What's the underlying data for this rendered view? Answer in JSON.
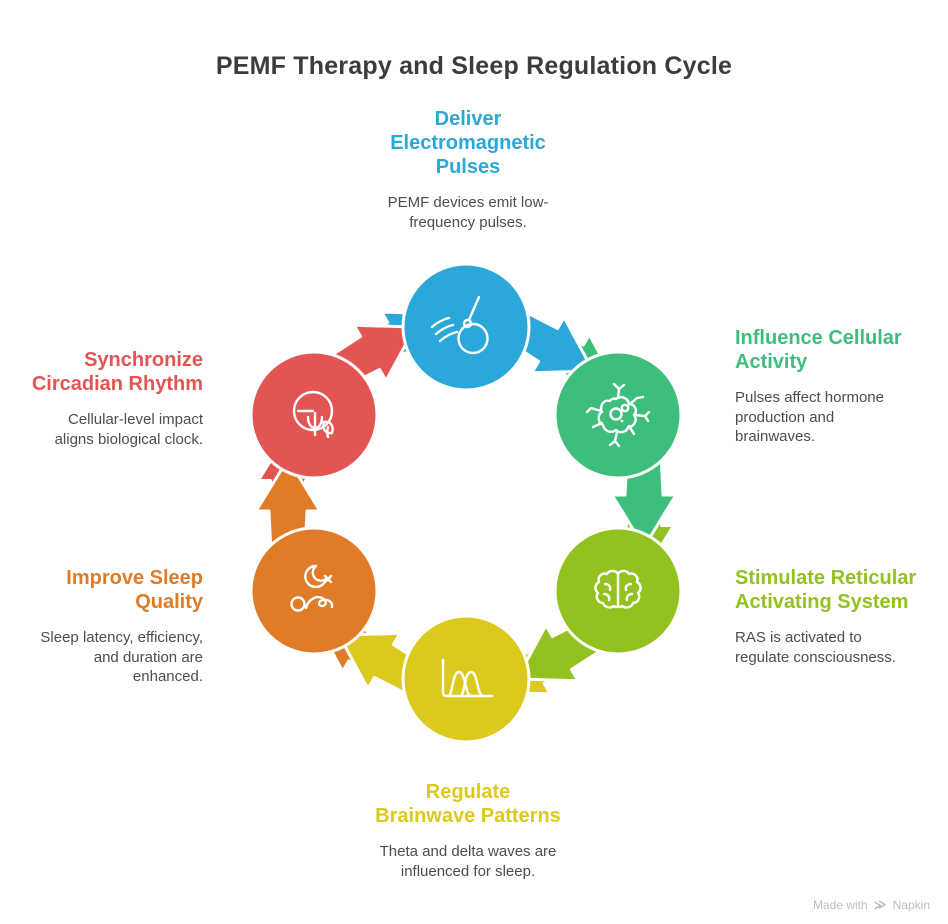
{
  "title": "PEMF Therapy and Sleep Regulation Cycle",
  "nodes": [
    {
      "key": "deliver-electromagnetic-pulses",
      "heading": "Deliver\nElectromagnetic\nPulses",
      "description": "PEMF devices emit low-\nfrequency pulses.",
      "color": "#2BA8D9",
      "icon": "pendulum-icon"
    },
    {
      "key": "influence-cellular-activity",
      "heading": "Influence Cellular\nActivity",
      "description": "Pulses affect hormone\nproduction and\nbrainwaves.",
      "color": "#3DBE7C",
      "icon": "neuron-cell-icon"
    },
    {
      "key": "stimulate-reticular-activating-system",
      "heading": "Stimulate Reticular\nActivating System",
      "description": "RAS is activated to\nregulate consciousness.",
      "color": "#93C11F",
      "icon": "brain-icon"
    },
    {
      "key": "regulate-brainwave-patterns",
      "heading": "Regulate\nBrainwave Patterns",
      "description": "Theta and delta waves are\ninfluenced for sleep.",
      "color": "#DCC91D",
      "icon": "brainwave-chart-icon"
    },
    {
      "key": "improve-sleep-quality",
      "heading": "Improve Sleep\nQuality",
      "description": "Sleep latency, efficiency,\nand duration are\nenhanced.",
      "color": "#E07B28",
      "icon": "sleep-moon-icon"
    },
    {
      "key": "synchronize-circadian-rhythm",
      "heading": "Synchronize\nCircadian Rhythm",
      "description": "Cellular-level impact\naligns biological clock.",
      "color": "#E25553",
      "icon": "circadian-clock-icon"
    }
  ],
  "cycle_order": [
    "deliver-electromagnetic-pulses",
    "influence-cellular-activity",
    "stimulate-reticular-activating-system",
    "regulate-brainwave-patterns",
    "improve-sleep-quality",
    "synchronize-circadian-rhythm"
  ],
  "watermark": {
    "text": "Made with",
    "brand": "Napkin"
  }
}
